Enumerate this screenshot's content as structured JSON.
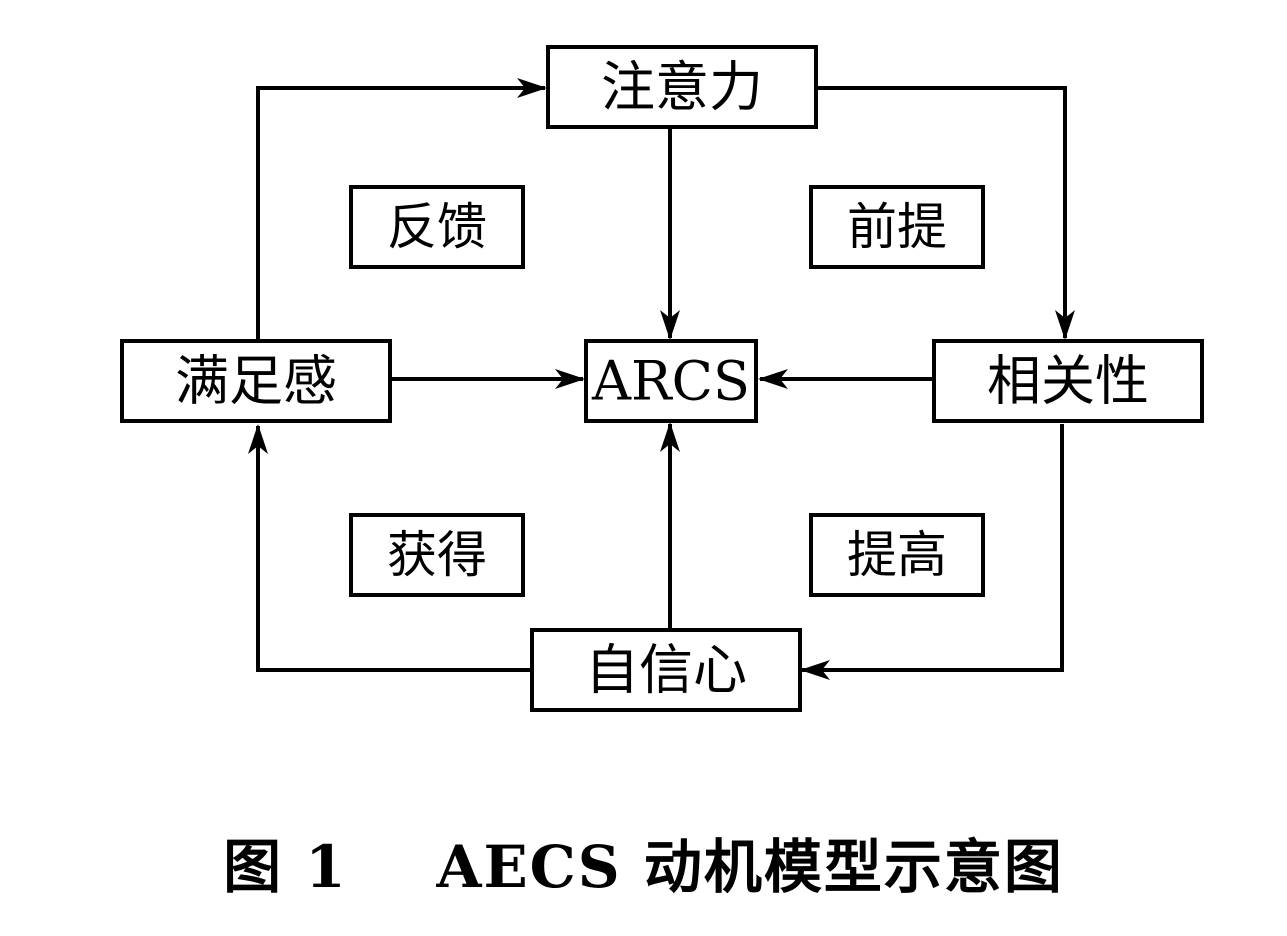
{
  "diagram": {
    "nodes": {
      "attention": "注意力",
      "arcs": "ARCS",
      "satisfaction": "满足感",
      "relevance": "相关性",
      "confidence": "自信心"
    },
    "edge_labels": {
      "feedback": "反馈",
      "premise": "前提",
      "gain": "获得",
      "improve": "提高"
    },
    "edges": [
      {
        "from": "satisfaction",
        "to": "attention"
      },
      {
        "from": "attention",
        "to": "relevance"
      },
      {
        "from": "relevance",
        "to": "confidence"
      },
      {
        "from": "confidence",
        "to": "satisfaction"
      },
      {
        "from": "attention",
        "to": "arcs"
      },
      {
        "from": "satisfaction",
        "to": "arcs"
      },
      {
        "from": "relevance",
        "to": "arcs"
      },
      {
        "from": "confidence",
        "to": "arcs"
      }
    ]
  },
  "caption": {
    "figure_number": "图 1",
    "title": "AECS 动机模型示意图"
  }
}
